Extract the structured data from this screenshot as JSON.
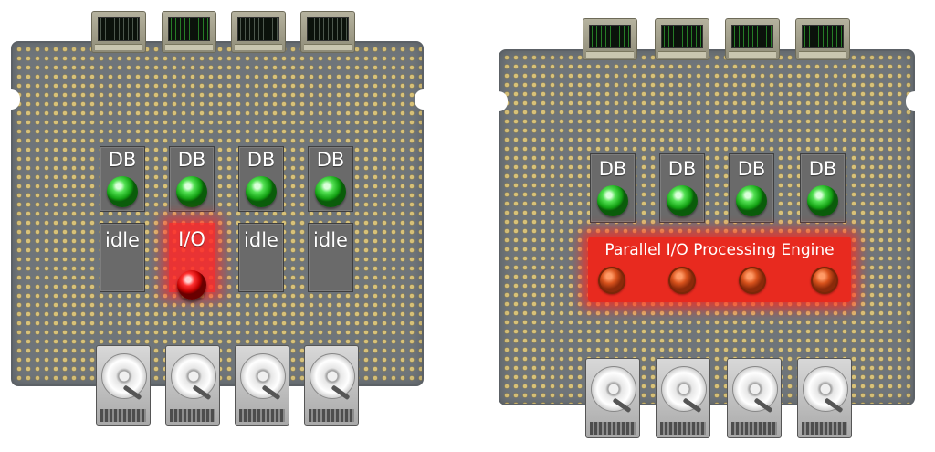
{
  "left_panel": {
    "db_labels": [
      "DB",
      "DB",
      "DB",
      "DB"
    ],
    "task_labels": [
      "idle",
      "I/O",
      "idle",
      "idle"
    ]
  },
  "right_panel": {
    "db_labels": [
      "DB",
      "DB",
      "DB",
      "DB"
    ],
    "engine_label": "Parallel I/O Processing Engine"
  },
  "colors": {
    "board": "#6f757a",
    "solder_dot": "#d8c27a",
    "db_led": "#22c022",
    "io_led": "#e00000",
    "engine": "#e82a1f"
  },
  "icons": {
    "memory_module": "memory-module-icon",
    "hard_disk": "hard-disk-icon",
    "status_led": "led-icon"
  }
}
